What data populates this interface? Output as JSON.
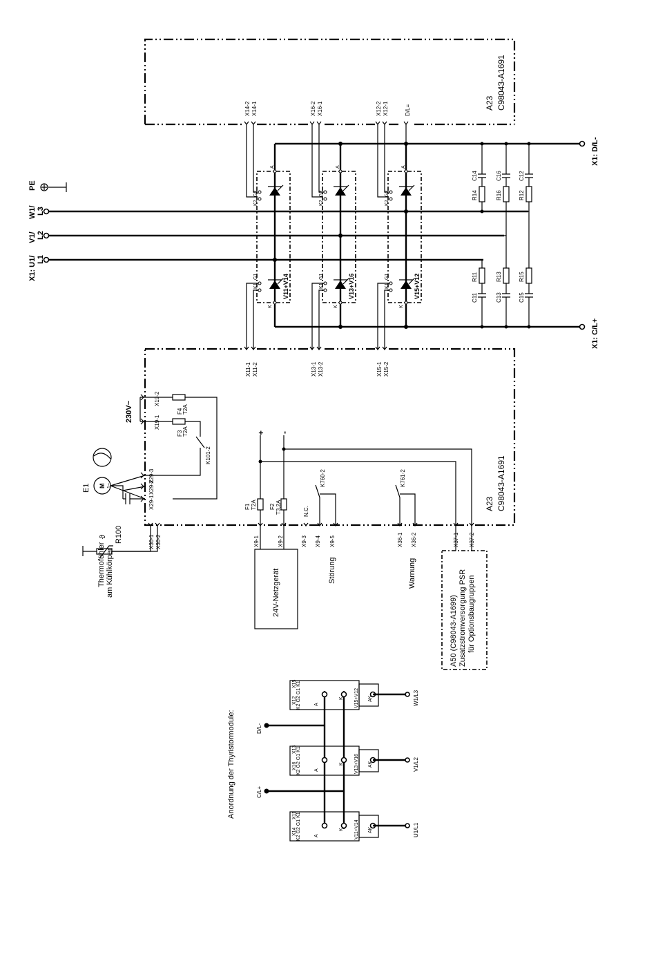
{
  "a23_upper": {
    "label": "A23",
    "part": "C98043-A1691"
  },
  "a23_lower": {
    "label": "A23",
    "part": "C98043-A1691"
  },
  "mains": {
    "l1": {
      "line1": "X1: U1/",
      "line2": "L1"
    },
    "l2": {
      "line1": "V1/",
      "line2": "L2"
    },
    "l3": {
      "line1": "W1/",
      "line2": "L3"
    },
    "pe": "PE"
  },
  "dc": {
    "minus": "X1: D/L-",
    "plus": "X1: C/L+",
    "dl_eq": "D/L="
  },
  "connectors_top": [
    "X14-2",
    "X14-1",
    "X16-2",
    "X16-1",
    "X12-2",
    "X12-1"
  ],
  "connectors_bottom": [
    "X11-1",
    "X11-2",
    "X13-1",
    "X13-2",
    "X15-1",
    "X15-2"
  ],
  "modules": [
    "V11+V14",
    "V13+V16",
    "V15+V12"
  ],
  "gate_labels": {
    "k2": "K2",
    "g2": "G2",
    "a": "A",
    "k1": "K1",
    "g1": "G1",
    "k": "K"
  },
  "snubber_top": [
    "C14",
    "R14",
    "C16",
    "R16",
    "C12",
    "R12"
  ],
  "snubber_bottom": [
    "R11",
    "C11",
    "R13",
    "C13",
    "R15",
    "C15"
  ],
  "fan": {
    "e1": "E1",
    "motor": "M",
    "tilde": "1~",
    "x29": [
      "X29-3",
      "X29-2",
      "X29-1"
    ]
  },
  "supply": {
    "voltage": "230V~",
    "x19": [
      "X19-2",
      "X19-1"
    ],
    "f4": {
      "name": "F4",
      "rating": "T2A"
    },
    "f3": {
      "name": "F3",
      "rating": "T2A"
    },
    "k101": "K101-2"
  },
  "thermo": {
    "text1": "Thermofühler",
    "text2": "am Kühlkörper",
    "r100": "R100",
    "theta": "ϑ",
    "x30": [
      "X30-1",
      "X30-2"
    ]
  },
  "dc24": {
    "plus": "+",
    "minus": "-",
    "f1": {
      "name": "F1",
      "rating": "T2A"
    },
    "f2": {
      "name": "F2",
      "rating": "T3,2A"
    },
    "x9": [
      "X9-1",
      "X9-2",
      "X9-3",
      "X9-4",
      "X9-5"
    ],
    "nc": "N.C.",
    "netzgeraet": "24V-Netzgerät"
  },
  "relays": {
    "k760": "K760-2",
    "stoerung": "Störung",
    "k761": "K761-2",
    "warnung": "Warnung",
    "x36": [
      "X36-1",
      "X36-2"
    ],
    "x37": [
      "X37-1",
      "X37-2"
    ]
  },
  "a50": {
    "line1": "A50 (C98043-A1699)",
    "line2": "Zusatzstromversorgung PSR",
    "line3": "für Optionsbaugruppen"
  },
  "arrangement": {
    "title": "Anordnung der Thyristormodule:",
    "dl": "D/L-",
    "cl": "C/L+",
    "outputs": [
      "W1/L3",
      "V1/L2",
      "U1/L1"
    ],
    "mods": [
      "V15+V12",
      "V13+V16",
      "V11+V14"
    ],
    "x_top": [
      "X15",
      "X12",
      "X13",
      "X16",
      "X11",
      "X14"
    ],
    "pins": "K2 G2  G1 K1",
    "ak": "AK",
    "a": "A",
    "k": "K"
  }
}
